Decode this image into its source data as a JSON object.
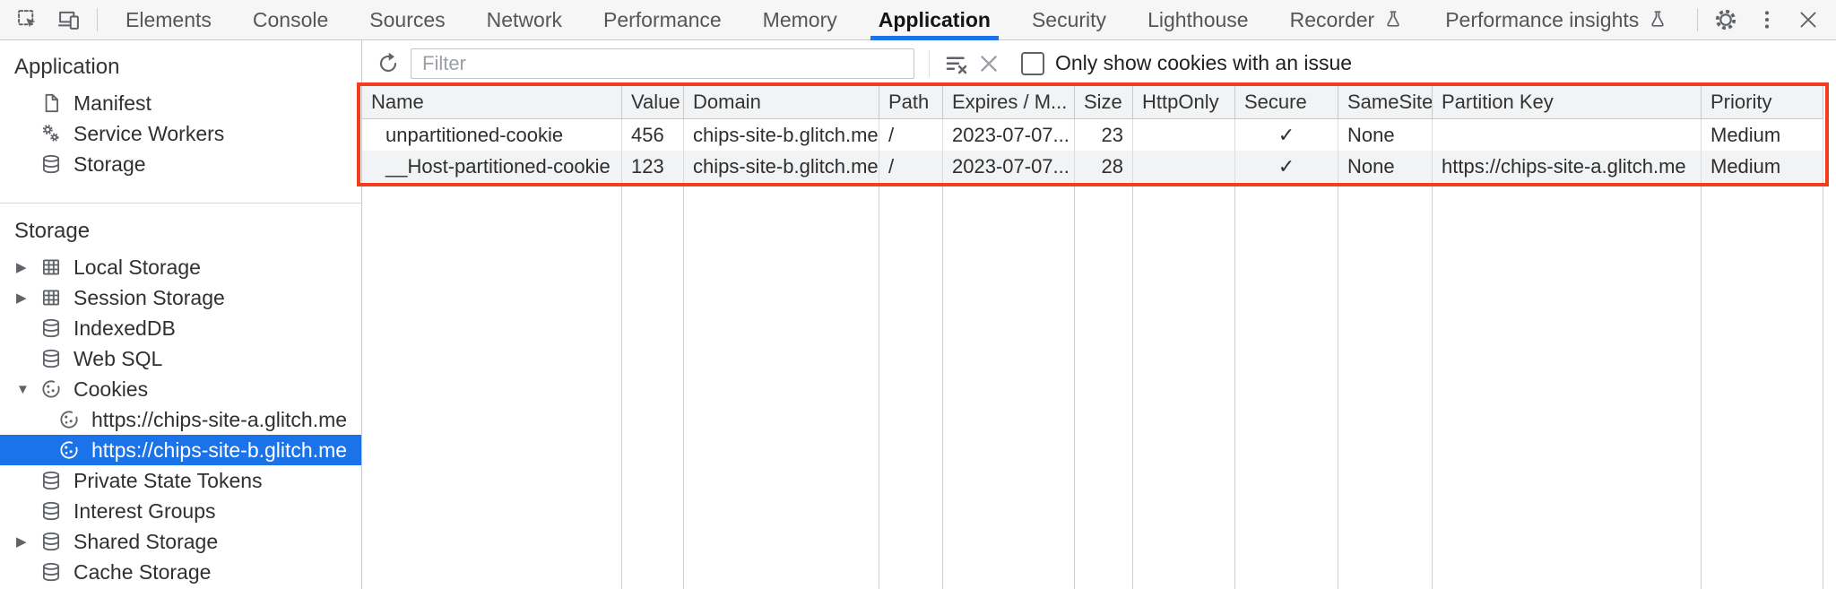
{
  "tabbar": {
    "tabs": [
      {
        "label": "Elements"
      },
      {
        "label": "Console"
      },
      {
        "label": "Sources"
      },
      {
        "label": "Network"
      },
      {
        "label": "Performance"
      },
      {
        "label": "Memory"
      },
      {
        "label": "Application",
        "active": true
      },
      {
        "label": "Security"
      },
      {
        "label": "Lighthouse"
      },
      {
        "label": "Recorder",
        "experimental": true
      },
      {
        "label": "Performance insights",
        "experimental": true
      }
    ]
  },
  "sidebar": {
    "application_section": {
      "title": "Application",
      "items": [
        {
          "label": "Manifest",
          "icon": "document-icon"
        },
        {
          "label": "Service Workers",
          "icon": "gears-icon"
        },
        {
          "label": "Storage",
          "icon": "database-icon"
        }
      ]
    },
    "storage_section": {
      "title": "Storage",
      "items": [
        {
          "label": "Local Storage",
          "icon": "table-icon",
          "state": "collapsed"
        },
        {
          "label": "Session Storage",
          "icon": "table-icon",
          "state": "collapsed"
        },
        {
          "label": "IndexedDB",
          "icon": "database-icon"
        },
        {
          "label": "Web SQL",
          "icon": "database-icon"
        },
        {
          "label": "Cookies",
          "icon": "cookie-icon",
          "state": "expanded"
        },
        {
          "label": "https://chips-site-a.glitch.me",
          "icon": "cookie-icon",
          "child": true
        },
        {
          "label": "https://chips-site-b.glitch.me",
          "icon": "cookie-icon",
          "child": true,
          "selected": true
        },
        {
          "label": "Private State Tokens",
          "icon": "database-icon"
        },
        {
          "label": "Interest Groups",
          "icon": "database-icon"
        },
        {
          "label": "Shared Storage",
          "icon": "database-icon",
          "state": "collapsed"
        },
        {
          "label": "Cache Storage",
          "icon": "database-icon"
        }
      ]
    }
  },
  "cookies_toolbar": {
    "filter_placeholder": "Filter",
    "issue_checkbox_label": "Only show cookies with an issue",
    "issue_checkbox_checked": false
  },
  "cookies_table": {
    "columns": {
      "name": "Name",
      "value": "Value",
      "domain": "Domain",
      "path": "Path",
      "expires": "Expires / M...",
      "size": "Size",
      "http_only": "HttpOnly",
      "secure": "Secure",
      "same_site": "SameSite",
      "partition_key": "Partition Key",
      "priority": "Priority"
    },
    "rows": [
      {
        "name": "unpartitioned-cookie",
        "value": "456",
        "domain": "chips-site-b.glitch.me",
        "path": "/",
        "expires": "2023-07-07...",
        "size": "23",
        "http_only": "",
        "secure": "✓",
        "same_site": "None",
        "partition_key": "",
        "priority": "Medium"
      },
      {
        "name": "__Host-partitioned-cookie",
        "value": "123",
        "domain": "chips-site-b.glitch.me",
        "path": "/",
        "expires": "2023-07-07...",
        "size": "28",
        "http_only": "",
        "secure": "✓",
        "same_site": "None",
        "partition_key": "https://chips-site-a.glitch.me",
        "priority": "Medium"
      }
    ]
  },
  "colors": {
    "accent_blue": "#1a73e8",
    "highlight_red": "#f43d1e",
    "selected_item_bg": "#1a73e8"
  }
}
